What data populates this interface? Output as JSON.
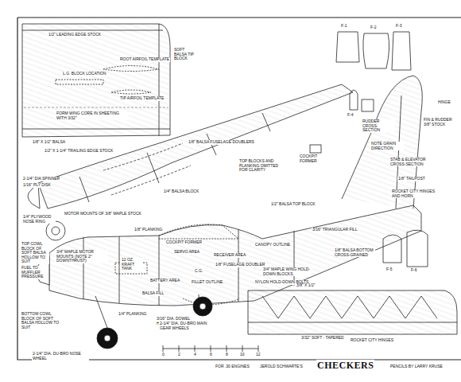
{
  "diagram": {
    "title": "CHECKERS",
    "labels": [
      "1/2\" LEADING EDGE STOCK",
      "L.G. BLOCK LOCATION",
      "ROOT AIRFOIL TEMPLATE",
      "TIP AIRFOIL TEMPLATE",
      "FORM WING CORE IN SHEETING WITH 3/32\"",
      "SOFT BALSA TIP BLOCK",
      "1/8\" X 1/2\" BALSA",
      "1/2\" X 1-1/4\" TRAILING EDGE STOCK",
      "1/8\" BALSA FUSELAGE DOUBLERS",
      "TOP BLOCKS AND PLANKING OMITTED FOR CLARITY",
      "F-1",
      "F-2",
      "F-3",
      "F-4",
      "F-5",
      "F-6",
      "RUDDER CROSS-SECTION",
      "FIN & RUDDER 3/8\" STOCK",
      "NOTE GRAIN DIRECTION",
      "HINGE",
      "STAB & ELEVATOR CROSS-SECTION",
      "1/8\" TAILPOST",
      "ROCKET CITY HINGES AND HORN",
      "COCKPIT FORMER",
      "2-1/4\" DIA SPINNER",
      "1/16\" PLY DISK",
      "MOTOR MOUNTS OF 3/8\" MAPLE STOCK",
      "1/4\" BALSA BLOCK",
      "1/2\" BALSA TOP BLOCK",
      "3/16\" TRIANGULAR FILL",
      "CANOPY OUTLINE",
      "1/8\" PLANKING",
      "COCKPIT FORMER",
      "SERVO AREA",
      "RECEIVER AREA",
      "1/8\" FUSELAGE DOUBLER",
      "3/4\" MAPLE WING HOLD-DOWN BLOCKS",
      "NYLON HOLD-DOWN BOLTS",
      "1/8\" BALSA BOTTOM CROSS-GRAINED",
      "1/4\" PLYWOOD NOSE RING",
      "TOP COWL BLOCK OF SOFT BALSA HOLLOW TO SUIT",
      "3/4\" MAPLE MOTOR MOUNTS (NOTE 2° DOWNTHRUST)",
      "12 OZ. KRAFT TANK",
      "BATTERY AREA",
      "FILLET OUTLINE",
      "BALSA FILL",
      "1/4\" PLANKING",
      "3/16\" DIA. DOWEL HOLD-DOWN",
      "FUEL TO MUFFLER PRESSURE",
      "BOTTOM COWL BLOCK OF SOFT BALSA HOLLOW TO SUIT",
      "2-1/4\" DIA. DU-BRO MAIN GEAR WHEELS",
      "2-1/4\" DIA. DU-BRO NOSE WHEEL",
      "3/32\" SOFT - TAPERED",
      "ROCKET CITY HINGES",
      "3/8\" X 1/2\"",
      "C.G.",
      "FOR .30 ENGINES",
      "JEROLD SCHWARTE'S",
      "PENCILS BY LARRY KRUSE",
      "0",
      "2",
      "4",
      "6",
      "8",
      "10",
      "12"
    ]
  }
}
